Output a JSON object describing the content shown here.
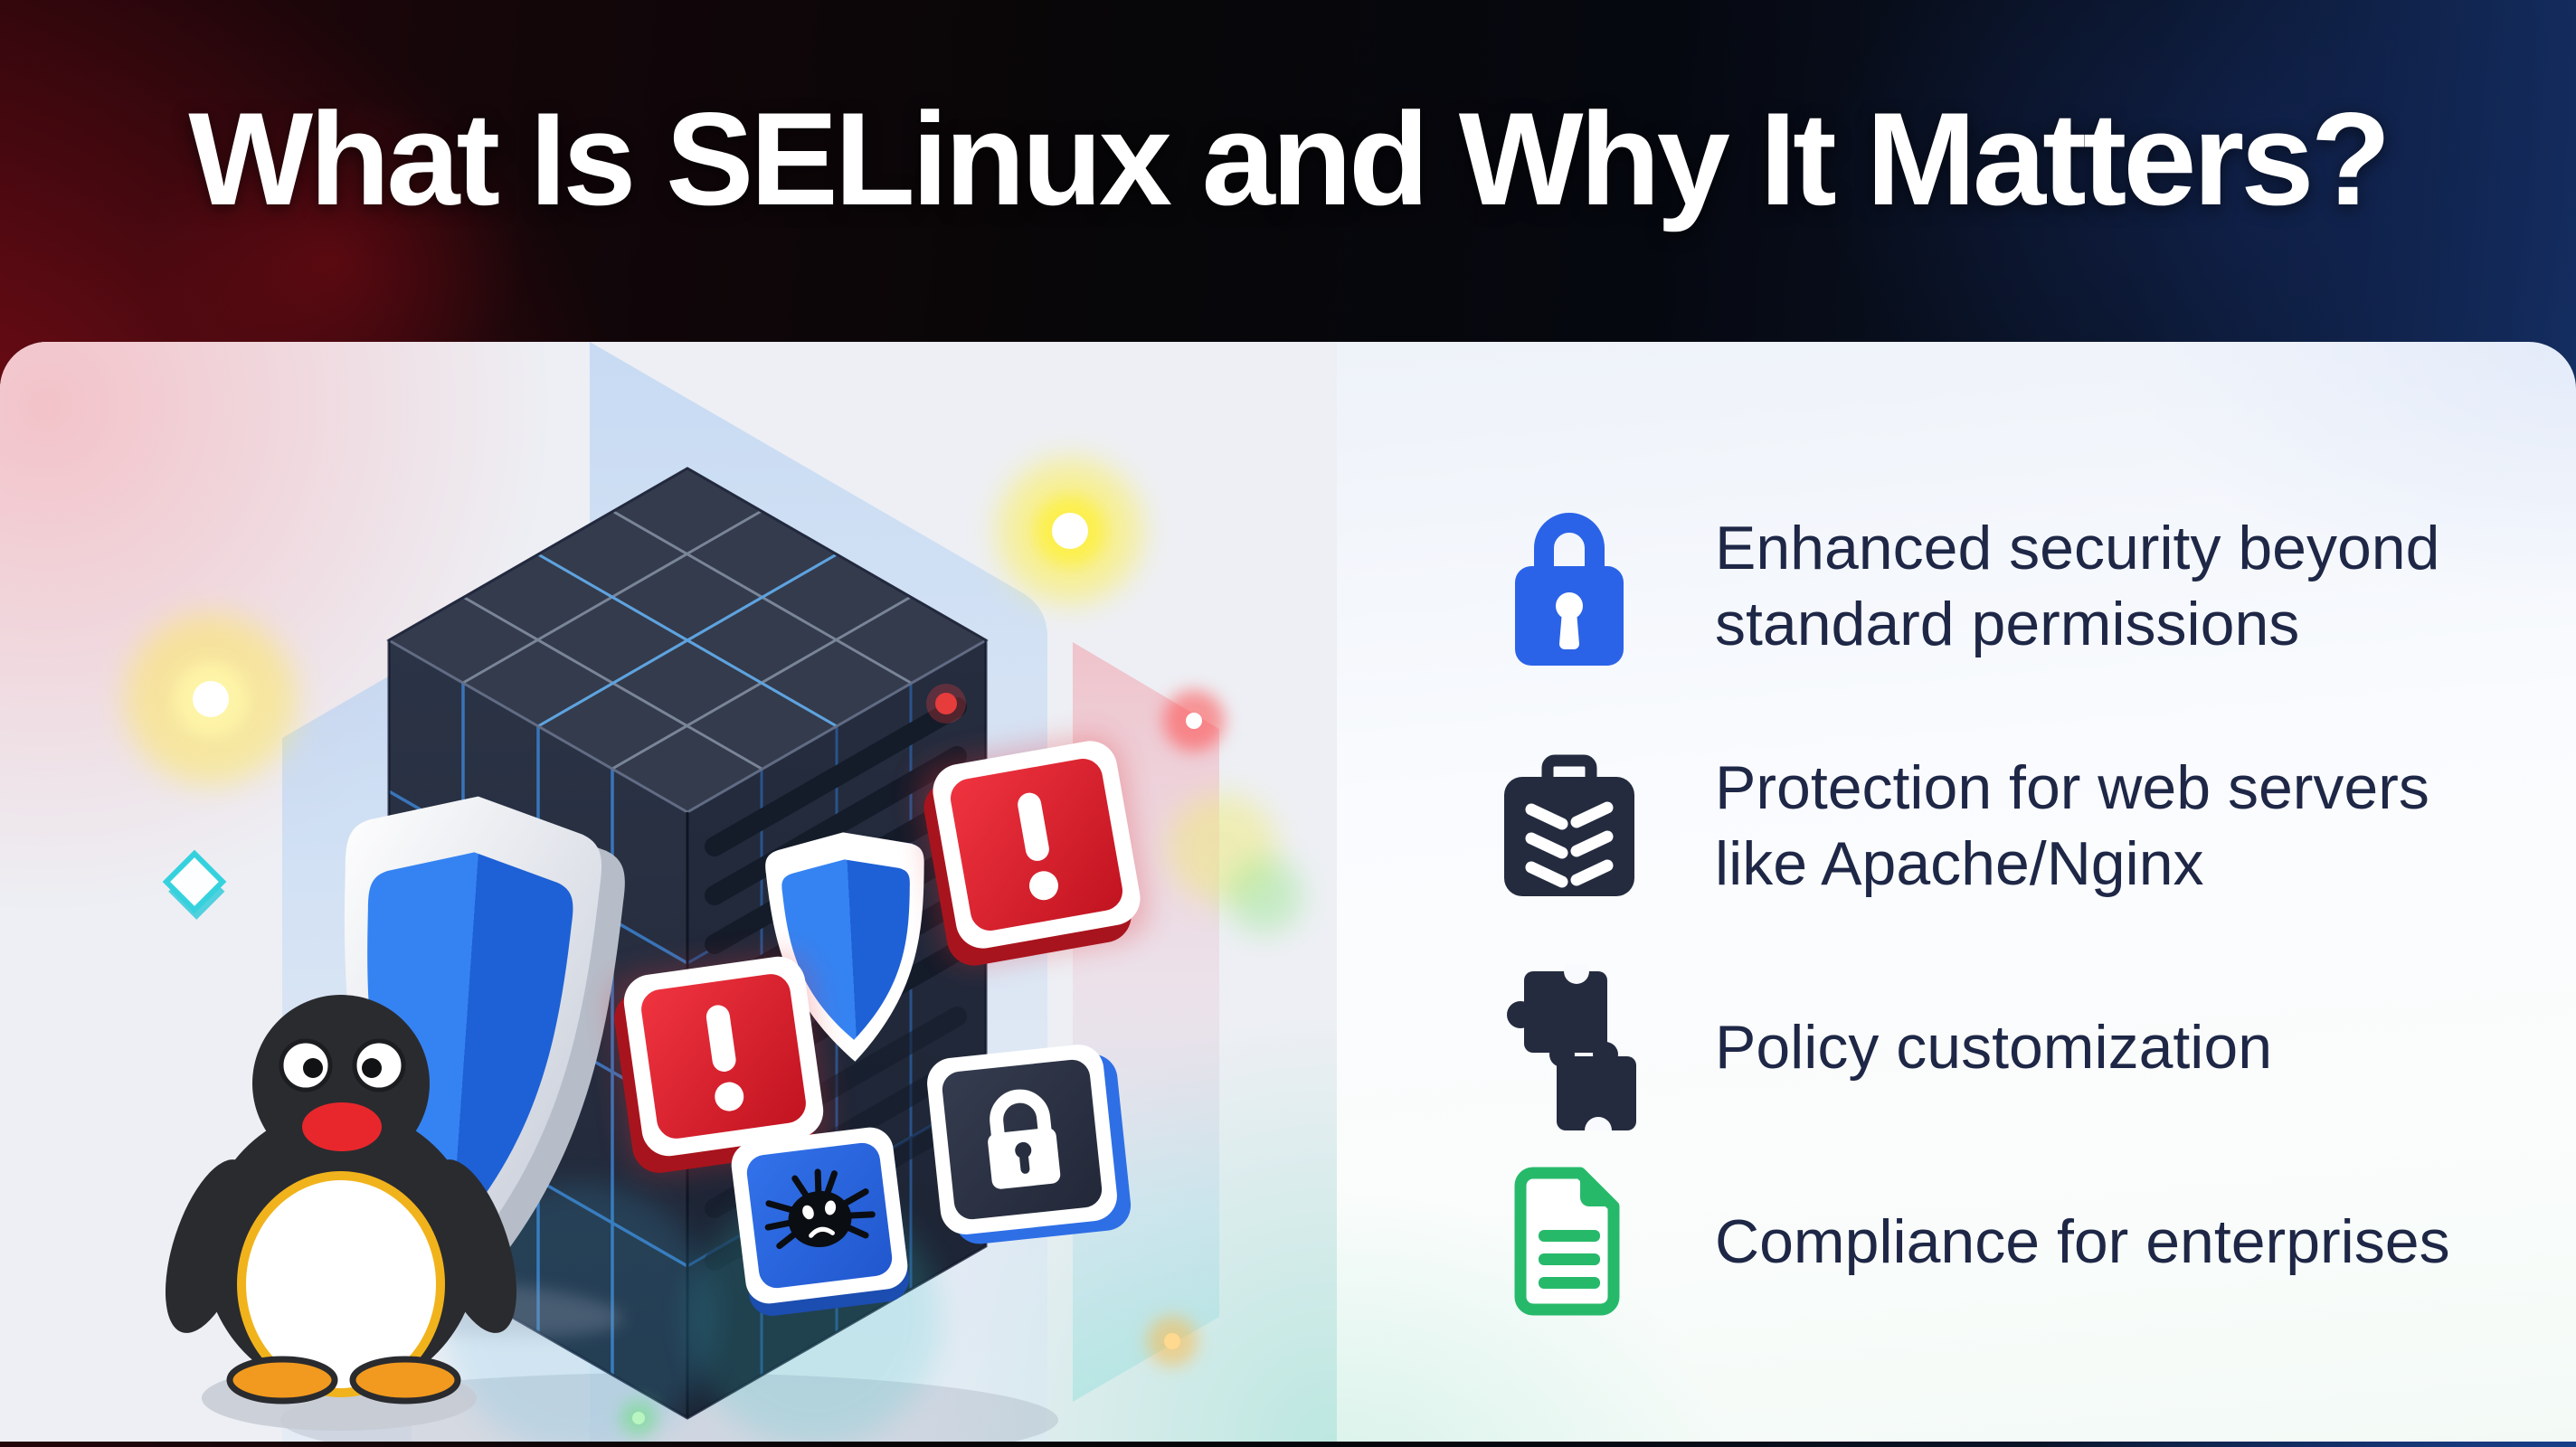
{
  "title": "What Is SELinux and Why It Matters?",
  "benefits": [
    {
      "name": "enhanced-security",
      "icon": "lock-icon",
      "accent": "#2b63e8",
      "line1": "Enhanced security beyond",
      "line2": "standard permissions"
    },
    {
      "name": "web-server-protection",
      "icon": "server-icon",
      "accent": "#242b3f",
      "line1": "Protection for web servers",
      "line2": "like Apache/Nginx"
    },
    {
      "name": "policy-customization",
      "icon": "puzzle-icon",
      "accent": "#242b3f",
      "line1": "Policy customization",
      "line2": ""
    },
    {
      "name": "enterprise-compliance",
      "icon": "document-icon",
      "accent": "#27b96a",
      "line1": "Compliance for enterprises",
      "line2": ""
    }
  ],
  "illustration": {
    "elements": [
      "server-cube",
      "security-shield",
      "small-shield",
      "warning-alert",
      "warning-alert",
      "malware-bug-badge",
      "padlock-badge",
      "tux-penguin",
      "cyan-diamond",
      "glow-particles"
    ],
    "colors": {
      "shield_blue_light": "#3583f2",
      "shield_blue_dark": "#1e61d6",
      "alert_red": "#e52630",
      "badge_blue": "#2f6fe8",
      "cube_dark": "#2b3346",
      "grid_blue": "#3f8ce2",
      "tux_black": "#2a2b2f",
      "tux_feet_orange": "#f19a1f",
      "tux_mouth_red": "#e8272c",
      "belly_gold": "#f1b31c"
    }
  },
  "theme": {
    "header_text": "#ffffff",
    "list_text": "#1e2746",
    "panel_left_bg": "#edeff4",
    "panel_right_bg": "#fafbfd",
    "header_red": "#8a0e1a",
    "header_blue": "#16346e"
  }
}
